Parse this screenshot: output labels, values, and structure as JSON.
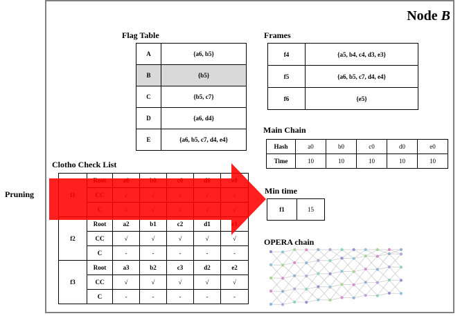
{
  "node": {
    "prefix": "Node",
    "name": "B"
  },
  "flag_table": {
    "title": "Flag Table",
    "rows": [
      {
        "key": "A",
        "value": "{a6, b5}"
      },
      {
        "key": "B",
        "value": "{b5}"
      },
      {
        "key": "C",
        "value": "{b5, c7}"
      },
      {
        "key": "D",
        "value": "{a6, d4}"
      },
      {
        "key": "E",
        "value": "{a6, b5, c7, d4, e4}"
      }
    ]
  },
  "frames": {
    "title": "Frames",
    "rows": [
      {
        "key": "f4",
        "value": "{a5, b4, c4, d3, e3}"
      },
      {
        "key": "f5",
        "value": "{a6, b5, c7, d4, e4}"
      },
      {
        "key": "f6",
        "value": "{e5}"
      }
    ]
  },
  "main_chain": {
    "title": "Main Chain",
    "hash_label": "Hash",
    "time_label": "Time",
    "hashes": [
      "a0",
      "b0",
      "c0",
      "d0",
      "e0"
    ],
    "times": [
      "10",
      "10",
      "10",
      "10",
      "10"
    ]
  },
  "min_time": {
    "title": "Min time",
    "frame": "f1",
    "value": "15"
  },
  "clotho": {
    "title": "Clotho Check  List",
    "groups": [
      {
        "frame": "f1",
        "root": [
          "a0",
          "b0",
          "c0",
          "d0",
          "e0"
        ],
        "cc": [
          "√",
          "√",
          "√",
          "√",
          "√"
        ],
        "c": [
          "√",
          "√",
          "√",
          "√",
          "√"
        ]
      },
      {
        "frame": "f2",
        "root": [
          "a2",
          "b1",
          "c2",
          "d1",
          "e1"
        ],
        "cc": [
          "√",
          "√",
          "√",
          "√",
          "√"
        ],
        "c": [
          "-",
          "-",
          "-",
          "-",
          "-"
        ]
      },
      {
        "frame": "f3",
        "root": [
          "a3",
          "b2",
          "c3",
          "d2",
          "e2"
        ],
        "cc": [
          "√",
          "√",
          "√",
          "√",
          "√"
        ],
        "c": [
          "-",
          "-",
          "-",
          "-",
          "-"
        ]
      }
    ],
    "row_labels": {
      "root": "Root",
      "cc": "CC",
      "c": "C"
    }
  },
  "pruning_label": "Pruning",
  "arrow_color": "#ff0000",
  "opera": {
    "title": "OPERA chain"
  }
}
